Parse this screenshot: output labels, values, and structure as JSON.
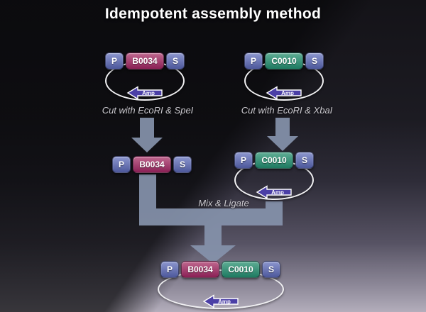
{
  "title": "Idempotent assembly method",
  "steps": {
    "cut_left": "Cut with EcoRI & SpeI",
    "cut_right": "Cut with EcoRI & XbaI",
    "mix_ligate": "Mix & Ligate"
  },
  "plasmids": {
    "source_left": {
      "parts": [
        "P",
        "B0034",
        "S"
      ],
      "marker": "Amp"
    },
    "source_right": {
      "parts": [
        "P",
        "C0010",
        "S"
      ],
      "marker": "Amp"
    },
    "cut_fragment_left": {
      "parts": [
        "P",
        "B0034",
        "S"
      ]
    },
    "cut_plasmid_right": {
      "parts": [
        "P",
        "C0010",
        "S"
      ],
      "marker": "Amp"
    },
    "product": {
      "parts": [
        "P",
        "B0034",
        "C0010",
        "S"
      ],
      "marker": "Amp"
    }
  },
  "colors": {
    "promoter_suffix_box": "#5a64a8",
    "b0034_box": "#8a2055",
    "c0010_box": "#1e7a61",
    "amp_arrow": "#4b3fa6",
    "flow_arrow": "#8593ab",
    "backbone_line": "#f1f1f3",
    "background_top": "#141318",
    "background_bottom": "#b3adbb"
  }
}
